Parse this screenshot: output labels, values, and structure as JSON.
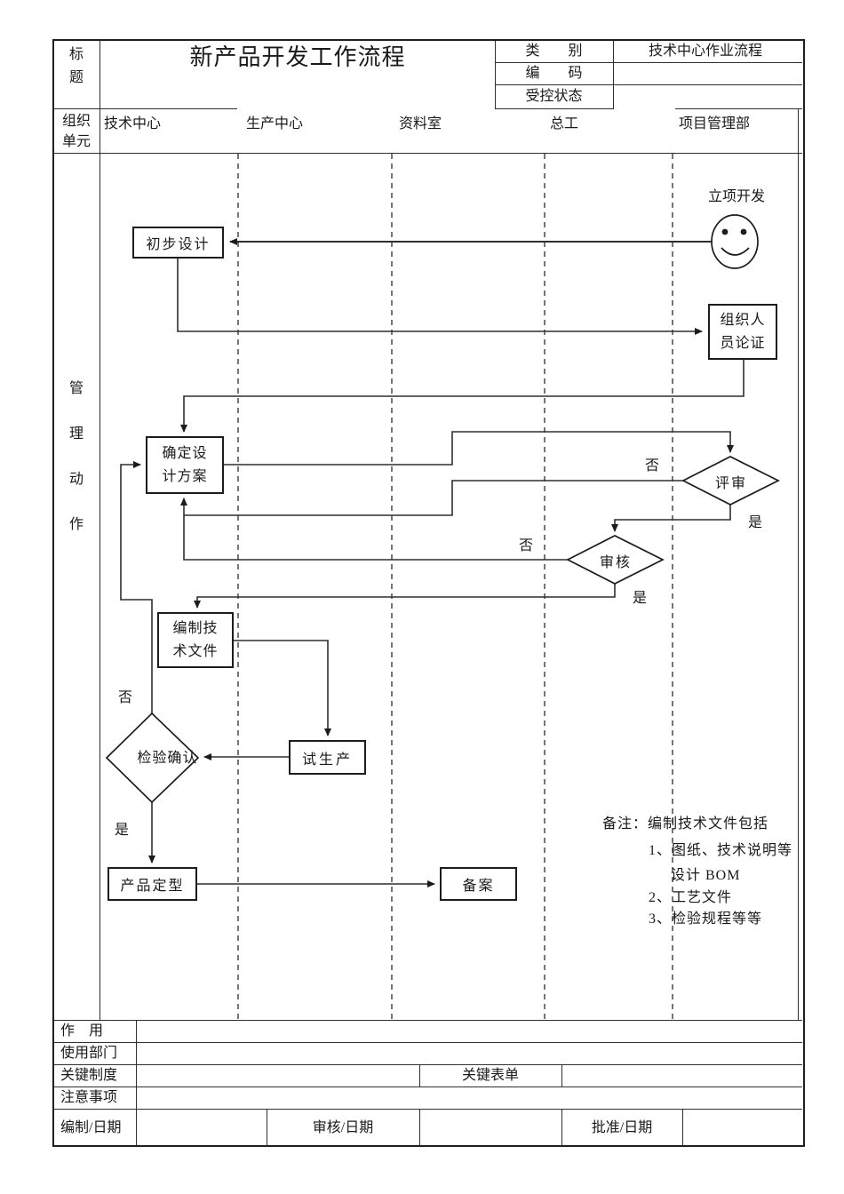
{
  "header": {
    "title_label": "标题",
    "title": "新产品开发工作流程",
    "meta": [
      {
        "label": "类　　别",
        "value": "技术中心作业流程"
      },
      {
        "label": "编　　码",
        "value": ""
      },
      {
        "label": "受控状态",
        "value": ""
      }
    ],
    "org_label": "组织单元",
    "org_columns": [
      "技术中心",
      "生产中心",
      "资料室",
      "总工",
      "项目管理部"
    ],
    "side_chars": [
      "管",
      "理",
      "动",
      "作"
    ]
  },
  "flow": {
    "start_label": "立项开发",
    "nodes": {
      "preliminary_design": "初步设计",
      "organize_review": "组织人员论证",
      "confirm_design": "确定设计方案",
      "review": "评审",
      "audit": "审核",
      "compile_docs": "编制技术文件",
      "trial_production": "试生产",
      "inspection_confirm": "检验确认",
      "product_finalize": "产品定型",
      "filing": "备案"
    },
    "labels": {
      "review_no": "否",
      "review_yes": "是",
      "audit_no": "否",
      "audit_yes": "是",
      "inspection_no": "否",
      "inspection_yes": "是"
    }
  },
  "notes": {
    "lines": [
      "备注：编制技术文件包括",
      "1、图纸、技术说明等",
      "设计 BOM",
      "2、工艺文件",
      "3、检验规程等等"
    ]
  },
  "footer": {
    "function_label": "作　用",
    "departments_label": "使用部门",
    "key_system_label": "关键制度",
    "key_forms_label": "关键表单",
    "cautions_label": "注意事项",
    "prepared_label": "编制/日期",
    "reviewed_label": "审核/日期",
    "approved_label": "批准/日期"
  }
}
